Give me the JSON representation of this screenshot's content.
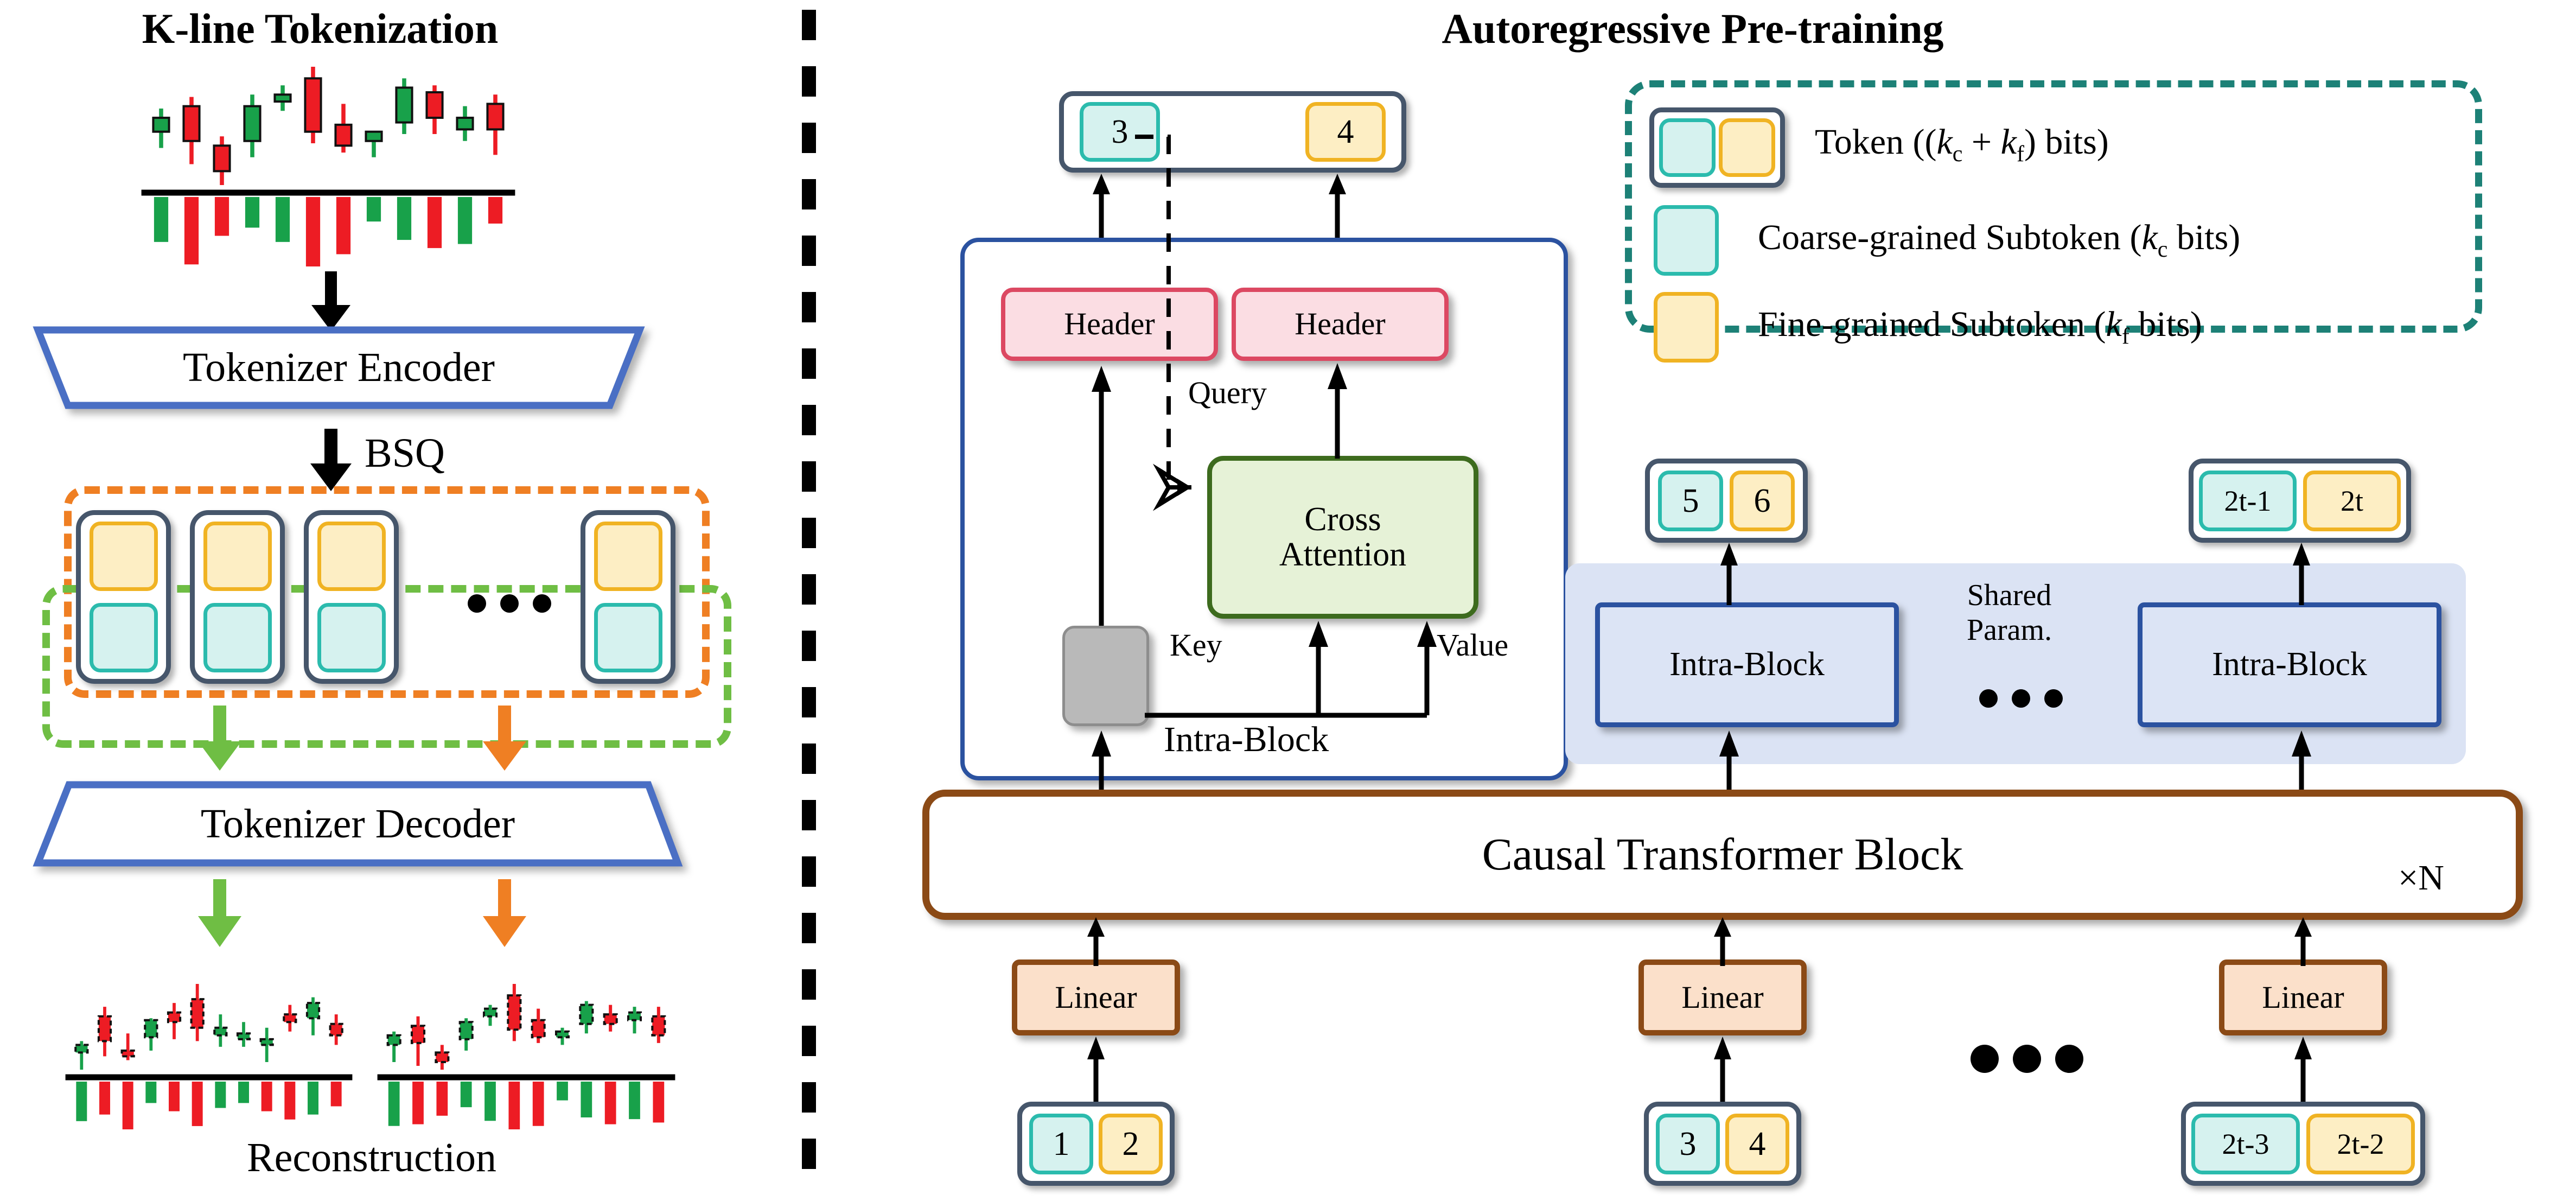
{
  "panels": {
    "left_title": "K-line Tokenization",
    "right_title": "Autoregressive Pre-training"
  },
  "left": {
    "encoder_label": "Tokenizer Encoder",
    "decoder_label": "Tokenizer Decoder",
    "bsq_label": "BSQ",
    "reconstruction_label": "Reconstruction",
    "token_count": 4,
    "ellipsis": "•••"
  },
  "right": {
    "output_token": {
      "coarse": "3",
      "fine": "4"
    },
    "headers": [
      "Header",
      "Header"
    ],
    "cross_attention_label": "Cross\nAttention",
    "query_label": "Query",
    "key_label": "Key",
    "value_label": "Value",
    "intra_block_label": "Intra-Block",
    "shared_param_label": "Shared\nParam.",
    "causal_transformer_label": "Causal Transformer Block",
    "repeat_label": "×N",
    "linear_label": "Linear",
    "mid_output_token": {
      "coarse": "5",
      "fine": "6"
    },
    "last_output_token": {
      "coarse": "2t-1",
      "fine": "2t"
    },
    "input_tokens": [
      {
        "coarse": "1",
        "fine": "2"
      },
      {
        "coarse": "3",
        "fine": "4"
      },
      {
        "coarse": "2t-3",
        "fine": "2t-2"
      }
    ],
    "intra_blocks": [
      "Intra-Block",
      "Intra-Block"
    ],
    "linears": [
      "Linear",
      "Linear",
      "Linear"
    ]
  },
  "legend": {
    "items": [
      {
        "swatch": "token",
        "label": "Token ((kᴄ + kꜰ) bits)",
        "label_prefix": "Token ((",
        "sub1": "c",
        "mid": " + ",
        "sub2": "f",
        "label_suffix": ") bits)"
      },
      {
        "swatch": "coarse",
        "label_prefix": "Coarse-grained Subtoken (",
        "sub1": "c",
        "label_suffix": " bits)"
      },
      {
        "swatch": "fine",
        "label_prefix": "Fine-grained Subtoken (",
        "sub1": "f",
        "label_suffix": " bits)"
      }
    ]
  },
  "colors": {
    "coarse_fill": "#d6f2ef",
    "coarse_border": "#2bbbad",
    "fine_fill": "#fdeec4",
    "fine_border": "#f0b323",
    "token_border": "#46566b",
    "header_fill": "#fbdde3",
    "header_border": "#dc4862",
    "attention_fill": "#e6f2d7",
    "attention_border": "#3d6b1e",
    "intra_fill": "#dce4f5",
    "intra_border": "#2b52a0",
    "linear_fill": "#fbe0ca",
    "linear_border": "#8b4a16",
    "encoder_border": "#4a6fc4",
    "orange_dash": "#ef7f23",
    "green_dash": "#6fbe44",
    "teal_dash": "#1d8177",
    "candle_up": "#18a14a",
    "candle_down": "#ed1c24",
    "shared_bg": "#dbe3f4"
  },
  "chart_data": [
    {
      "type": "candlestick",
      "name": "source-kline",
      "title": "",
      "candles": [
        {
          "o": 52,
          "h": 72,
          "l": 38,
          "c": 64,
          "dir": "up"
        },
        {
          "o": 74,
          "h": 82,
          "l": 24,
          "c": 44,
          "dir": "down"
        },
        {
          "o": 40,
          "h": 48,
          "l": 6,
          "c": 18,
          "dir": "down"
        },
        {
          "o": 44,
          "h": 84,
          "l": 30,
          "c": 74,
          "dir": "up"
        },
        {
          "o": 78,
          "h": 92,
          "l": 70,
          "c": 84,
          "dir": "up"
        },
        {
          "o": 98,
          "h": 108,
          "l": 42,
          "c": 52,
          "dir": "down"
        },
        {
          "o": 58,
          "h": 76,
          "l": 34,
          "c": 40,
          "dir": "down"
        },
        {
          "o": 44,
          "h": 52,
          "l": 30,
          "c": 52,
          "dir": "up"
        },
        {
          "o": 60,
          "h": 98,
          "l": 50,
          "c": 90,
          "dir": "up"
        },
        {
          "o": 86,
          "h": 92,
          "l": 50,
          "c": 64,
          "dir": "down"
        },
        {
          "o": 64,
          "h": 74,
          "l": 44,
          "c": 54,
          "dir": "up"
        },
        {
          "o": 76,
          "h": 84,
          "l": 32,
          "c": 54,
          "dir": "down"
        }
      ],
      "volumes": [
        {
          "v": 44,
          "dir": "up"
        },
        {
          "v": 66,
          "dir": "down"
        },
        {
          "v": 38,
          "dir": "down"
        },
        {
          "v": 30,
          "dir": "up"
        },
        {
          "v": 44,
          "dir": "up"
        },
        {
          "v": 68,
          "dir": "down"
        },
        {
          "v": 56,
          "dir": "down"
        },
        {
          "v": 24,
          "dir": "up"
        },
        {
          "v": 42,
          "dir": "up"
        },
        {
          "v": 50,
          "dir": "down"
        },
        {
          "v": 46,
          "dir": "up"
        },
        {
          "v": 26,
          "dir": "down"
        }
      ]
    },
    {
      "type": "candlestick",
      "name": "reconstruction-left",
      "candles": [
        {
          "o": 22,
          "h": 34,
          "l": 4,
          "c": 30,
          "dir": "up"
        },
        {
          "o": 60,
          "h": 70,
          "l": 18,
          "c": 34,
          "dir": "down"
        },
        {
          "o": 24,
          "h": 42,
          "l": 14,
          "c": 18,
          "dir": "down"
        },
        {
          "o": 38,
          "h": 58,
          "l": 24,
          "c": 56,
          "dir": "up"
        },
        {
          "o": 64,
          "h": 74,
          "l": 36,
          "c": 54,
          "dir": "down"
        },
        {
          "o": 78,
          "h": 94,
          "l": 34,
          "c": 48,
          "dir": "down"
        },
        {
          "o": 48,
          "h": 62,
          "l": 28,
          "c": 40,
          "dir": "up"
        },
        {
          "o": 42,
          "h": 54,
          "l": 28,
          "c": 36,
          "dir": "up"
        },
        {
          "o": 36,
          "h": 48,
          "l": 12,
          "c": 30,
          "dir": "up"
        },
        {
          "o": 62,
          "h": 72,
          "l": 44,
          "c": 54,
          "dir": "down"
        },
        {
          "o": 58,
          "h": 80,
          "l": 40,
          "c": 74,
          "dir": "up"
        },
        {
          "o": 52,
          "h": 62,
          "l": 30,
          "c": 40,
          "dir": "down"
        }
      ],
      "volumes": [
        {
          "v": 48,
          "dir": "up"
        },
        {
          "v": 40,
          "dir": "down"
        },
        {
          "v": 58,
          "dir": "down"
        },
        {
          "v": 26,
          "dir": "up"
        },
        {
          "v": 36,
          "dir": "down"
        },
        {
          "v": 54,
          "dir": "down"
        },
        {
          "v": 32,
          "dir": "up"
        },
        {
          "v": 26,
          "dir": "up"
        },
        {
          "v": 36,
          "dir": "down"
        },
        {
          "v": 46,
          "dir": "down"
        },
        {
          "v": 40,
          "dir": "up"
        },
        {
          "v": 30,
          "dir": "down"
        }
      ]
    },
    {
      "type": "candlestick",
      "name": "reconstruction-right",
      "candles": [
        {
          "o": 32,
          "h": 46,
          "l": 14,
          "c": 42,
          "dir": "up"
        },
        {
          "o": 52,
          "h": 62,
          "l": 10,
          "c": 34,
          "dir": "down"
        },
        {
          "o": 24,
          "h": 32,
          "l": 6,
          "c": 14,
          "dir": "down"
        },
        {
          "o": 38,
          "h": 60,
          "l": 26,
          "c": 56,
          "dir": "up"
        },
        {
          "o": 62,
          "h": 74,
          "l": 52,
          "c": 70,
          "dir": "up"
        },
        {
          "o": 84,
          "h": 96,
          "l": 36,
          "c": 48,
          "dir": "down"
        },
        {
          "o": 58,
          "h": 70,
          "l": 34,
          "c": 40,
          "dir": "down"
        },
        {
          "o": 40,
          "h": 50,
          "l": 32,
          "c": 46,
          "dir": "up"
        },
        {
          "o": 54,
          "h": 78,
          "l": 44,
          "c": 74,
          "dir": "up"
        },
        {
          "o": 64,
          "h": 74,
          "l": 46,
          "c": 54,
          "dir": "down"
        },
        {
          "o": 58,
          "h": 72,
          "l": 44,
          "c": 66,
          "dir": "up"
        },
        {
          "o": 62,
          "h": 72,
          "l": 34,
          "c": 42,
          "dir": "down"
        }
      ],
      "volumes": [
        {
          "v": 52,
          "dir": "up"
        },
        {
          "v": 50,
          "dir": "down"
        },
        {
          "v": 40,
          "dir": "down"
        },
        {
          "v": 30,
          "dir": "up"
        },
        {
          "v": 46,
          "dir": "up"
        },
        {
          "v": 56,
          "dir": "down"
        },
        {
          "v": 52,
          "dir": "down"
        },
        {
          "v": 22,
          "dir": "up"
        },
        {
          "v": 42,
          "dir": "up"
        },
        {
          "v": 50,
          "dir": "down"
        },
        {
          "v": 44,
          "dir": "up"
        },
        {
          "v": 48,
          "dir": "down"
        }
      ]
    }
  ]
}
